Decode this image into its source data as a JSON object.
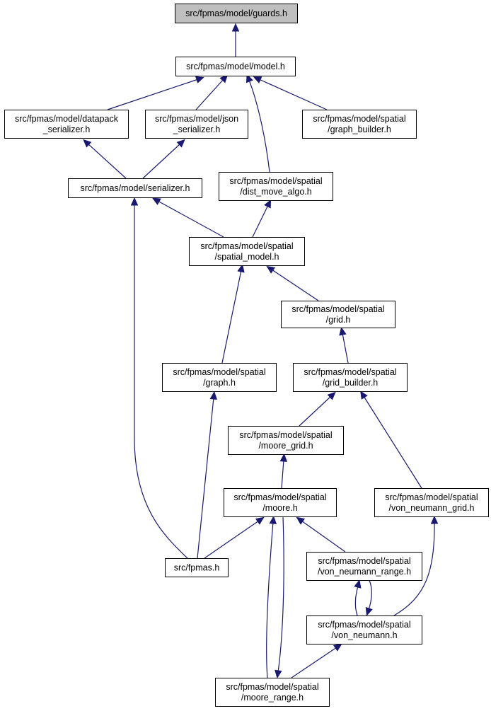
{
  "diagram": {
    "colors": {
      "edge": "#191970",
      "root_fill": "#bfbfbf",
      "node_fill": "#ffffff",
      "border": "#000000"
    },
    "nodes": [
      {
        "id": "guards",
        "lines": [
          "src/fpmas/model/guards.h"
        ],
        "root": true
      },
      {
        "id": "model",
        "lines": [
          "src/fpmas/model/model.h"
        ]
      },
      {
        "id": "datapack_serializer",
        "lines": [
          "src/fpmas/model/datapack",
          "_serializer.h"
        ]
      },
      {
        "id": "json_serializer",
        "lines": [
          "src/fpmas/model/json",
          "_serializer.h"
        ]
      },
      {
        "id": "graph_builder",
        "lines": [
          "src/fpmas/model/spatial",
          "/graph_builder.h"
        ]
      },
      {
        "id": "serializer",
        "lines": [
          "src/fpmas/model/serializer.h"
        ]
      },
      {
        "id": "dist_move_algo",
        "lines": [
          "src/fpmas/model/spatial",
          "/dist_move_algo.h"
        ]
      },
      {
        "id": "spatial_model",
        "lines": [
          "src/fpmas/model/spatial",
          "/spatial_model.h"
        ]
      },
      {
        "id": "grid",
        "lines": [
          "src/fpmas/model/spatial",
          "/grid.h"
        ]
      },
      {
        "id": "graph",
        "lines": [
          "src/fpmas/model/spatial",
          "/graph.h"
        ]
      },
      {
        "id": "grid_builder",
        "lines": [
          "src/fpmas/model/spatial",
          "/grid_builder.h"
        ]
      },
      {
        "id": "moore_grid",
        "lines": [
          "src/fpmas/model/spatial",
          "/moore_grid.h"
        ]
      },
      {
        "id": "moore",
        "lines": [
          "src/fpmas/model/spatial",
          "/moore.h"
        ]
      },
      {
        "id": "von_neumann_grid",
        "lines": [
          "src/fpmas/model/spatial",
          "/von_neumann_grid.h"
        ]
      },
      {
        "id": "fpmas",
        "lines": [
          "src/fpmas.h"
        ]
      },
      {
        "id": "von_neumann_range",
        "lines": [
          "src/fpmas/model/spatial",
          "/von_neumann_range.h"
        ]
      },
      {
        "id": "von_neumann",
        "lines": [
          "src/fpmas/model/spatial",
          "/von_neumann.h"
        ]
      },
      {
        "id": "moore_range",
        "lines": [
          "src/fpmas/model/spatial",
          "/moore_range.h"
        ]
      }
    ],
    "edges": [
      {
        "from": "model",
        "to": "guards"
      },
      {
        "from": "datapack_serializer",
        "to": "model"
      },
      {
        "from": "json_serializer",
        "to": "model"
      },
      {
        "from": "dist_move_algo",
        "to": "model"
      },
      {
        "from": "graph_builder",
        "to": "model"
      },
      {
        "from": "serializer",
        "to": "datapack_serializer"
      },
      {
        "from": "serializer",
        "to": "json_serializer"
      },
      {
        "from": "spatial_model",
        "to": "serializer"
      },
      {
        "from": "fpmas",
        "to": "serializer"
      },
      {
        "from": "spatial_model",
        "to": "dist_move_algo"
      },
      {
        "from": "grid",
        "to": "spatial_model"
      },
      {
        "from": "graph",
        "to": "spatial_model"
      },
      {
        "from": "grid_builder",
        "to": "grid"
      },
      {
        "from": "fpmas",
        "to": "graph"
      },
      {
        "from": "moore_grid",
        "to": "grid_builder"
      },
      {
        "from": "von_neumann_grid",
        "to": "grid_builder"
      },
      {
        "from": "moore",
        "to": "moore_grid"
      },
      {
        "from": "fpmas",
        "to": "moore"
      },
      {
        "from": "von_neumann_range",
        "to": "moore"
      },
      {
        "from": "moore_range",
        "to": "moore"
      },
      {
        "from": "von_neumann",
        "to": "von_neumann_grid"
      },
      {
        "from": "von_neumann",
        "to": "von_neumann_range"
      },
      {
        "from": "moore",
        "to": "moore_range"
      },
      {
        "from": "von_neumann_range",
        "to": "von_neumann"
      },
      {
        "from": "moore_range",
        "to": "von_neumann"
      }
    ]
  }
}
